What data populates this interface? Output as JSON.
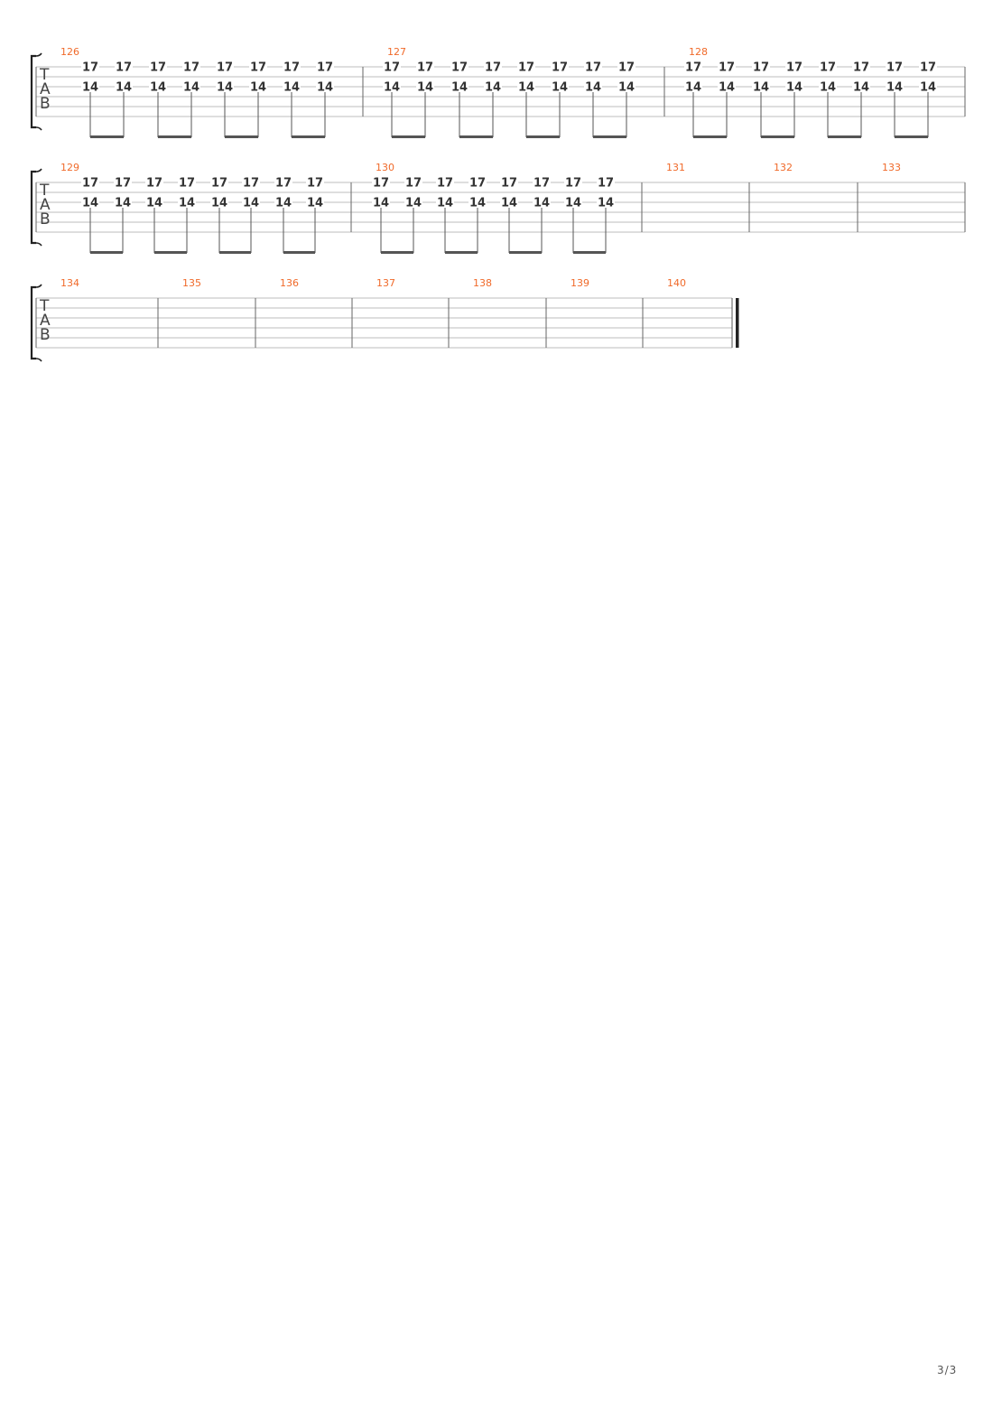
{
  "score": {
    "tab_clef": [
      "T",
      "A",
      "B"
    ],
    "systems": [
      {
        "measures": [
          {
            "number": "126",
            "notes": [
              [
                17,
                14
              ],
              [
                17,
                14
              ],
              [
                17,
                14
              ],
              [
                17,
                14
              ],
              [
                17,
                14
              ],
              [
                17,
                14
              ],
              [
                17,
                14
              ],
              [
                17,
                14
              ]
            ]
          },
          {
            "number": "127",
            "notes": [
              [
                17,
                14
              ],
              [
                17,
                14
              ],
              [
                17,
                14
              ],
              [
                17,
                14
              ],
              [
                17,
                14
              ],
              [
                17,
                14
              ],
              [
                17,
                14
              ],
              [
                17,
                14
              ]
            ]
          },
          {
            "number": "128",
            "notes": [
              [
                17,
                14
              ],
              [
                17,
                14
              ],
              [
                17,
                14
              ],
              [
                17,
                14
              ],
              [
                17,
                14
              ],
              [
                17,
                14
              ],
              [
                17,
                14
              ],
              [
                17,
                14
              ]
            ]
          }
        ]
      },
      {
        "measures": [
          {
            "number": "129",
            "notes": [
              [
                17,
                14
              ],
              [
                17,
                14
              ],
              [
                17,
                14
              ],
              [
                17,
                14
              ],
              [
                17,
                14
              ],
              [
                17,
                14
              ],
              [
                17,
                14
              ],
              [
                17,
                14
              ]
            ]
          },
          {
            "number": "130",
            "notes": [
              [
                17,
                14
              ],
              [
                17,
                14
              ],
              [
                17,
                14
              ],
              [
                17,
                14
              ],
              [
                17,
                14
              ],
              [
                17,
                14
              ],
              [
                17,
                14
              ],
              [
                17,
                14
              ]
            ]
          },
          {
            "number": "131",
            "notes": []
          },
          {
            "number": "132",
            "notes": []
          },
          {
            "number": "133",
            "notes": []
          }
        ]
      },
      {
        "final_barline": true,
        "measures": [
          {
            "number": "134",
            "notes": []
          },
          {
            "number": "135",
            "notes": []
          },
          {
            "number": "136",
            "notes": []
          },
          {
            "number": "137",
            "notes": []
          },
          {
            "number": "138",
            "notes": []
          },
          {
            "number": "139",
            "notes": []
          },
          {
            "number": "140",
            "notes": []
          }
        ]
      }
    ]
  },
  "page_number": "3/3",
  "colors": {
    "measure_number": "#f06a2a",
    "staff_line": "#bdbdbd",
    "fret_text": "#333333",
    "beam": "#555555"
  }
}
